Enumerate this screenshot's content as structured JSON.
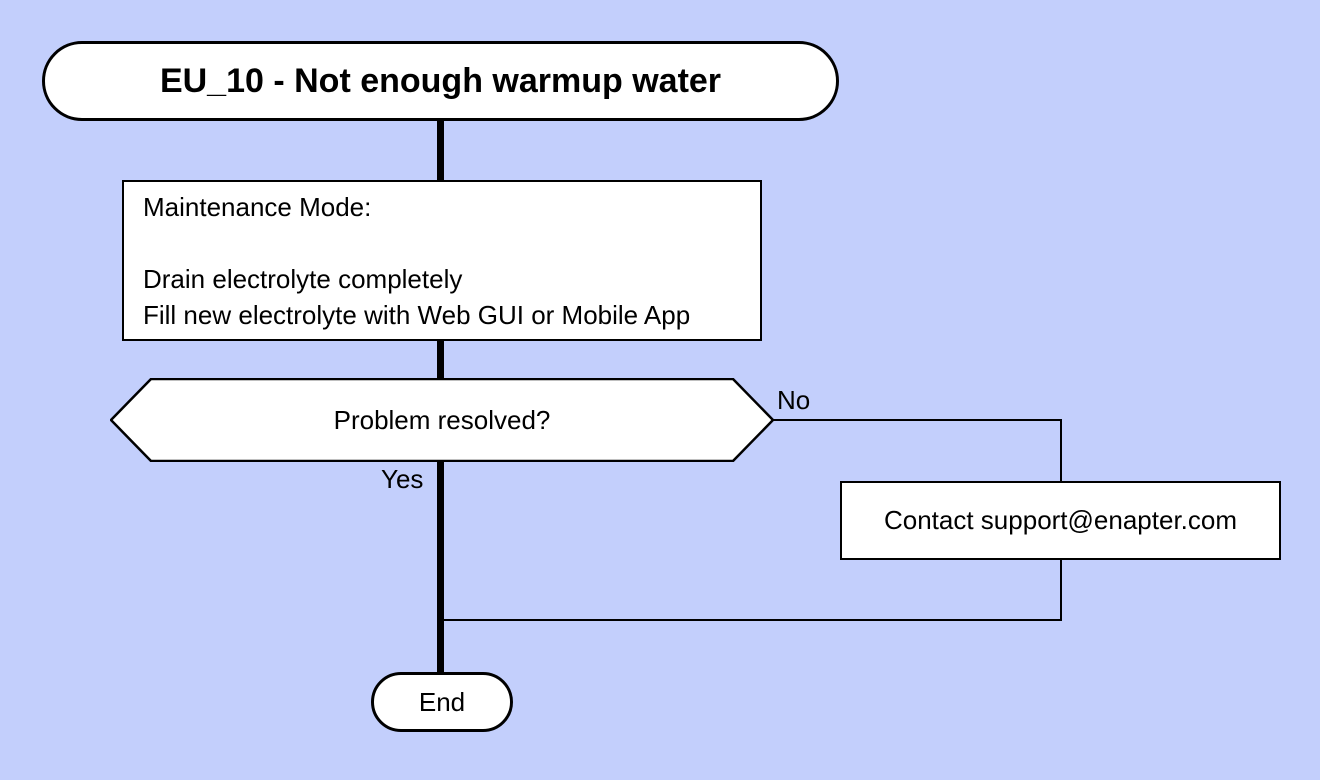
{
  "colors": {
    "background": "#c3cffc",
    "shape_fill": "#ffffff",
    "stroke": "#000000"
  },
  "flowchart": {
    "title_node": {
      "label": "EU_10 - Not enough warmup water"
    },
    "process_node": {
      "lines": [
        "Maintenance Mode:",
        "",
        "Drain electrolyte completely",
        "Fill new electrolyte with Web GUI or Mobile App"
      ]
    },
    "decision_node": {
      "label": "Problem resolved?"
    },
    "edge_labels": {
      "no": "No",
      "yes": "Yes"
    },
    "contact_node": {
      "label": "Contact support@enapter.com"
    },
    "end_node": {
      "label": "End"
    }
  }
}
